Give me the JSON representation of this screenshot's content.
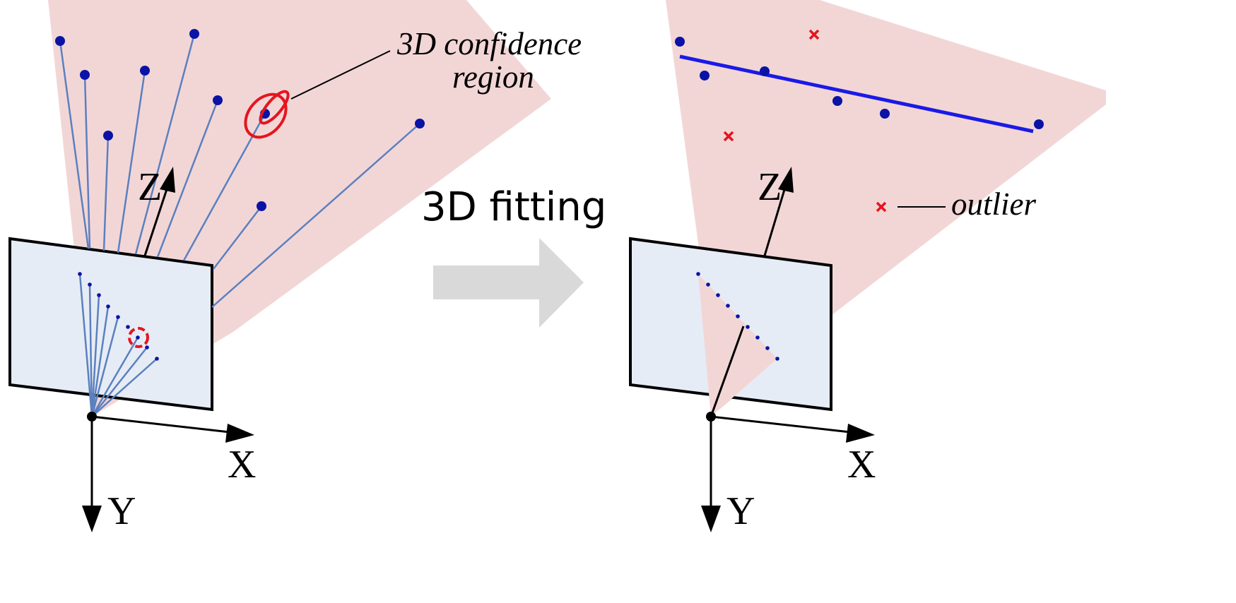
{
  "annotations": {
    "confidence_region_line1": "3D confidence",
    "confidence_region_line2": "region",
    "outlier": "outlier"
  },
  "transition": {
    "label": "3D fitting"
  },
  "axes": {
    "x": "X",
    "y": "Y",
    "z": "Z"
  },
  "colors": {
    "frustum": "#f2d6d6",
    "image_plane": "#e6ecf5",
    "ray": "#5b80bf",
    "point": "#0a13a6",
    "fit_line": "#1a1ae6",
    "outlier": "#e6141e",
    "confidence": "#e6141e",
    "arrow": "#d9d9d9"
  }
}
